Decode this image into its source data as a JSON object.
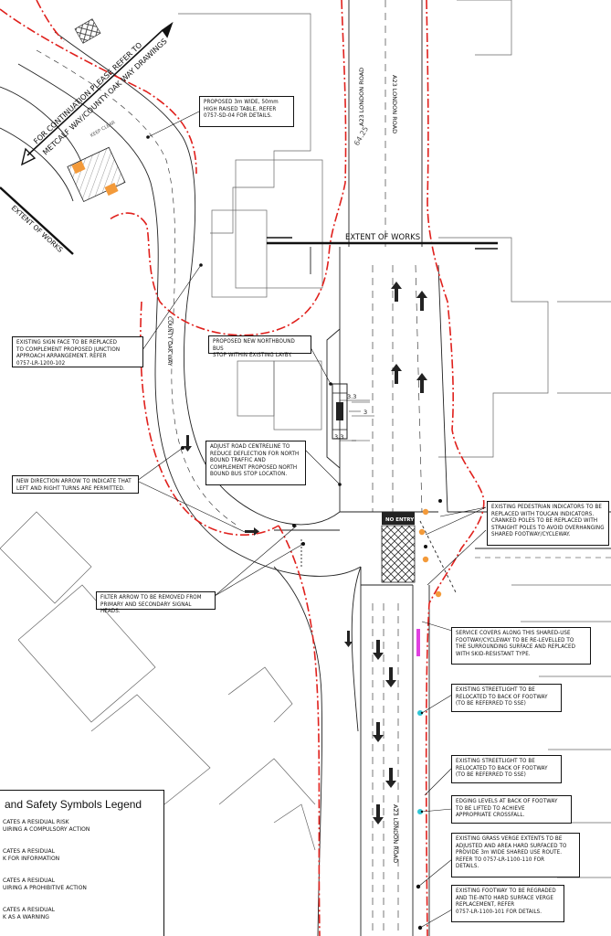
{
  "labels": {
    "extent_top": "EXTENT OF WORKS",
    "extent_left": "EXTENT OF WORKS",
    "continuation": "FOR CONTINUATION PLEASE REFER TO\nMETCALF WAY/COUNTY OAK WAY DRAWINGS",
    "a23_top": "A23 LONDON ROAD",
    "a23_bottom": "A23 LONDON ROAD",
    "county_oak_way": "COUNTY OAK WAY",
    "no_entry": "NO ENTRY",
    "keep_clear": "KEEP CLEAR",
    "level": "64.25",
    "dim_33_a": "3.3",
    "dim_3": "3",
    "dim_33_b": "3.3"
  },
  "notes": {
    "raised_table": "PROPOSED 3m WIDE, 50mm\nHIGH RAISED TABLE, REFER\n0757-SD-04 FOR DETAILS.",
    "sign_face": "EXISTING SIGN FACE TO BE REPLACED\nTO COMPLEMENT PROPOSED JUNCTION\nAPPROACH ARRANGEMENT. REFER\n0757-LR-1200-102",
    "bus_stop": "PROPOSED NEW NORTHBOUND BUS\nSTOP WITHIN EXISTING LAYBY.",
    "centreline": "ADJUST ROAD CENTRELINE TO\nREDUCE DEFLECTION FOR NORTH\nBOUND TRAFFIC AND\nCOMPLEMENT PROPOSED NORTH\nBOUND BUS STOP LOCATION.",
    "direction_arrow": "NEW DIRECTION ARROW TO INDICATE THAT\nLEFT AND RIGHT TURNS ARE PERMITTED.",
    "filter_arrow": "FILTER ARROW TO BE REMOVED FROM\nPRIMARY AND SECONDARY SIGNAL HEADS.",
    "ped_indicators": "EXISTING PEDESTRIAN INDICATORS TO BE\nREPLACED WITH TOUCAN INDICATORS.\nCRANKED POLES TO BE REPLACED WITH\nSTRAIGHT POLES TO AVOID OVERHANGING\nSHARED FOOTWAY/CYCLEWAY.",
    "service_covers": "SERVICE COVERS ALONG THIS SHARED-USE\nFOOTWAY/CYCLEWAY TO BE RE-LEVELLED TO\nTHE SURROUNDING SURFACE AND REPLACED\nWITH SKID-RESISTANT TYPE.",
    "streetlight_1": "EXISTING STREETLIGHT TO BE\nRELOCATED TO BACK OF FOOTWAY\n(TO BE REFERRED TO SSE)",
    "streetlight_2": "EXISTING STREETLIGHT TO BE\nRELOCATED TO BACK OF FOOTWAY\n(TO BE REFERRED TO SSE)",
    "edging": "EDGING LEVELS AT BACK OF FOOTWAY\nTO BE LIFTED TO ACHIEVE\nAPPROPRIATE CROSSFALL.",
    "grass_verge": "EXISTING GRASS VERGE EXTENTS TO BE\nADJUSTED AND AREA HARD SURFACED TO\nPROVIDE 3m WIDE SHARED USE ROUTE.\nREFER TO 0757-LR-1100-110 FOR\nDETAILS.",
    "footway_regrade": "EXISTING FOOTWAY TO BE REGRADED\nAND TIE-INTO HARD SURFACE VERGE\nREPLACEMENT, REFER\n0757-LR-1100-101 FOR DETAILS."
  },
  "legend": {
    "title": "and Safety Symbols Legend",
    "items": [
      "CATES A RESIDUAL RISK\nUIRING A COMPULSORY ACTION",
      "CATES A RESIDUAL\nK FOR INFORMATION",
      "CATES A RESIDUAL\nUIRING A PROHIBITIVE ACTION",
      "CATES A RESIDUAL\nK AS A WARNING"
    ]
  },
  "colors": {
    "extent_boundary": "#e0201c",
    "linework": "#222222",
    "building_outline": "#555555",
    "hatch": "#333333",
    "ped_signal": "#f39a3a",
    "service_cover": "#e040e0",
    "streetlight": "#2ec7d6"
  }
}
